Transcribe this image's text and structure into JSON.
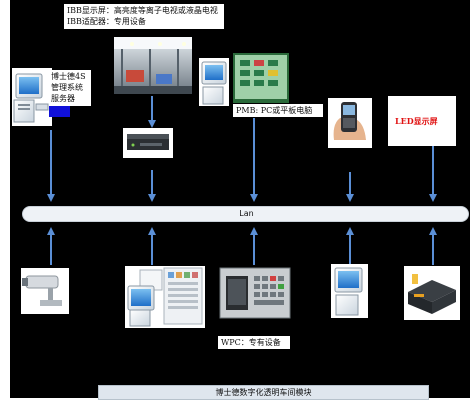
{
  "ibb_caption": {
    "line1": "IBB显示屏：高亮度等离子电视或液晶电视",
    "line2": "IBB适配器：专用设备"
  },
  "server_caption": {
    "line1": "博士德4S",
    "line2": "管理系统",
    "line3": "服务器"
  },
  "pmb_caption": "PMB: PC或平板电脑",
  "led_caption": "LED显示屏",
  "lan_label": "Lan",
  "wpc_caption": "WPC：专有设备",
  "footer_title": "博士德数字化透明车间模块",
  "colors": {
    "background": "#000000",
    "arrow": "#5b8fd6",
    "lan_bar": "#eef2f6",
    "led_text": "#e01010",
    "server_badge": "#1010d8"
  }
}
